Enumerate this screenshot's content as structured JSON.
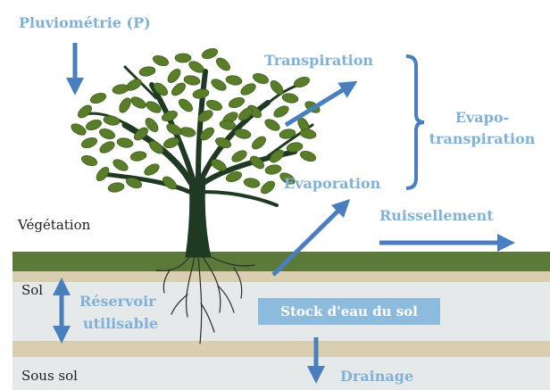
{
  "labels": {
    "pluviometrie": "Pluviométrie (P)",
    "transpiration": "Transpiration",
    "evaporation": "Evaporation",
    "evapo_line1": "Evapo-",
    "evapo_line2": "transpiration",
    "vegetation": "Végétation",
    "ruissellement": "Ruissellement",
    "sol": "Sol",
    "reservoir_line1": "Réservoir",
    "reservoir_line2": "utilisable",
    "stock": "Stock d'eau du sol",
    "sous_sol": "Sous sol",
    "drainage": "Drainage"
  },
  "colors": {
    "accent_blue": "#4a7fbf",
    "label_blue": "#7fb1d9",
    "grass": "#5b7a3a",
    "soil_tan": "#d9cfb0",
    "soil_grey": "#e6e9e9",
    "leaf_green": "#5a7d2a",
    "trunk": "#1f3a22"
  }
}
